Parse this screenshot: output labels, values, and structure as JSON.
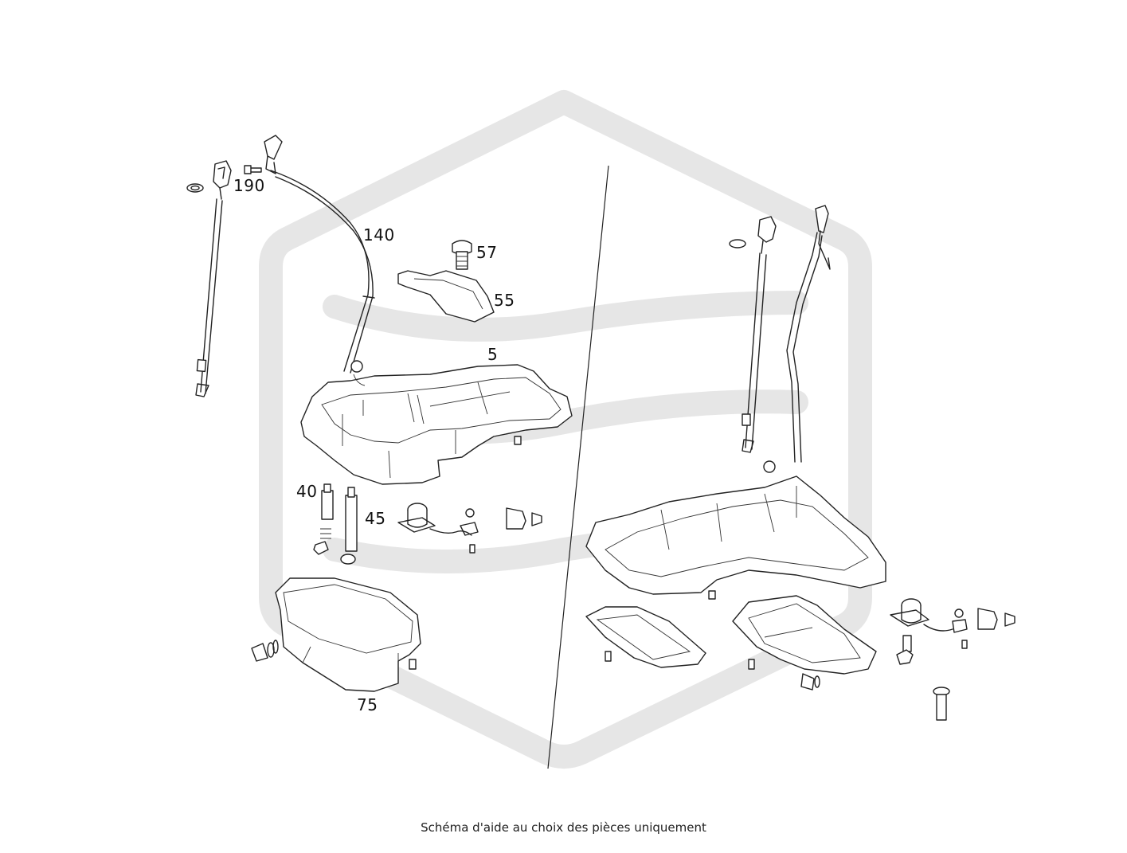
{
  "diagram": {
    "callouts": {
      "c190": "190",
      "c140": "140",
      "c57": "57",
      "c55": "55",
      "c5": "5",
      "c40": "40",
      "c45": "45",
      "c75": "75"
    },
    "caption": "Schéma d'aide au choix des pièces uniquement"
  }
}
